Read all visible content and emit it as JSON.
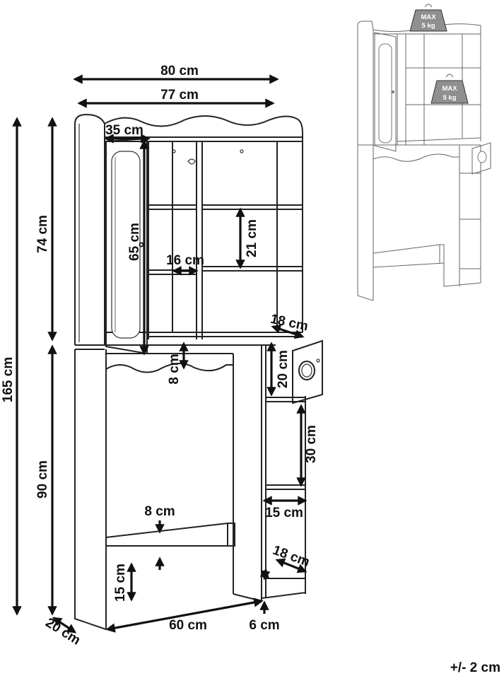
{
  "dimensions": {
    "width_top_outer": "80 cm",
    "width_top_inner": "77 cm",
    "height_total": "165 cm",
    "height_upper": "74 cm",
    "height_lower": "90 cm",
    "depth_upper": "35 cm",
    "door_height": "65 cm",
    "shelf_gap": "21 cm",
    "column_width": "16 cm",
    "side_depth_top": "18 cm",
    "kick_height": "8 cm",
    "side_compartment_height": "20 cm",
    "side_shelf_gap": "30 cm",
    "side_width": "15 cm",
    "side_depth_bottom": "18 cm",
    "crossbar_height": "8 cm",
    "crossbar_clearance": "15 cm",
    "inner_width": "60 cm",
    "leg_width": "6 cm",
    "depth_base": "20 cm"
  },
  "load_labels": [
    {
      "line1": "MAX",
      "line2": "5 kg"
    },
    {
      "line1": "MAX",
      "line2": "5 kg"
    }
  ],
  "tolerance": "+/- 2 cm"
}
